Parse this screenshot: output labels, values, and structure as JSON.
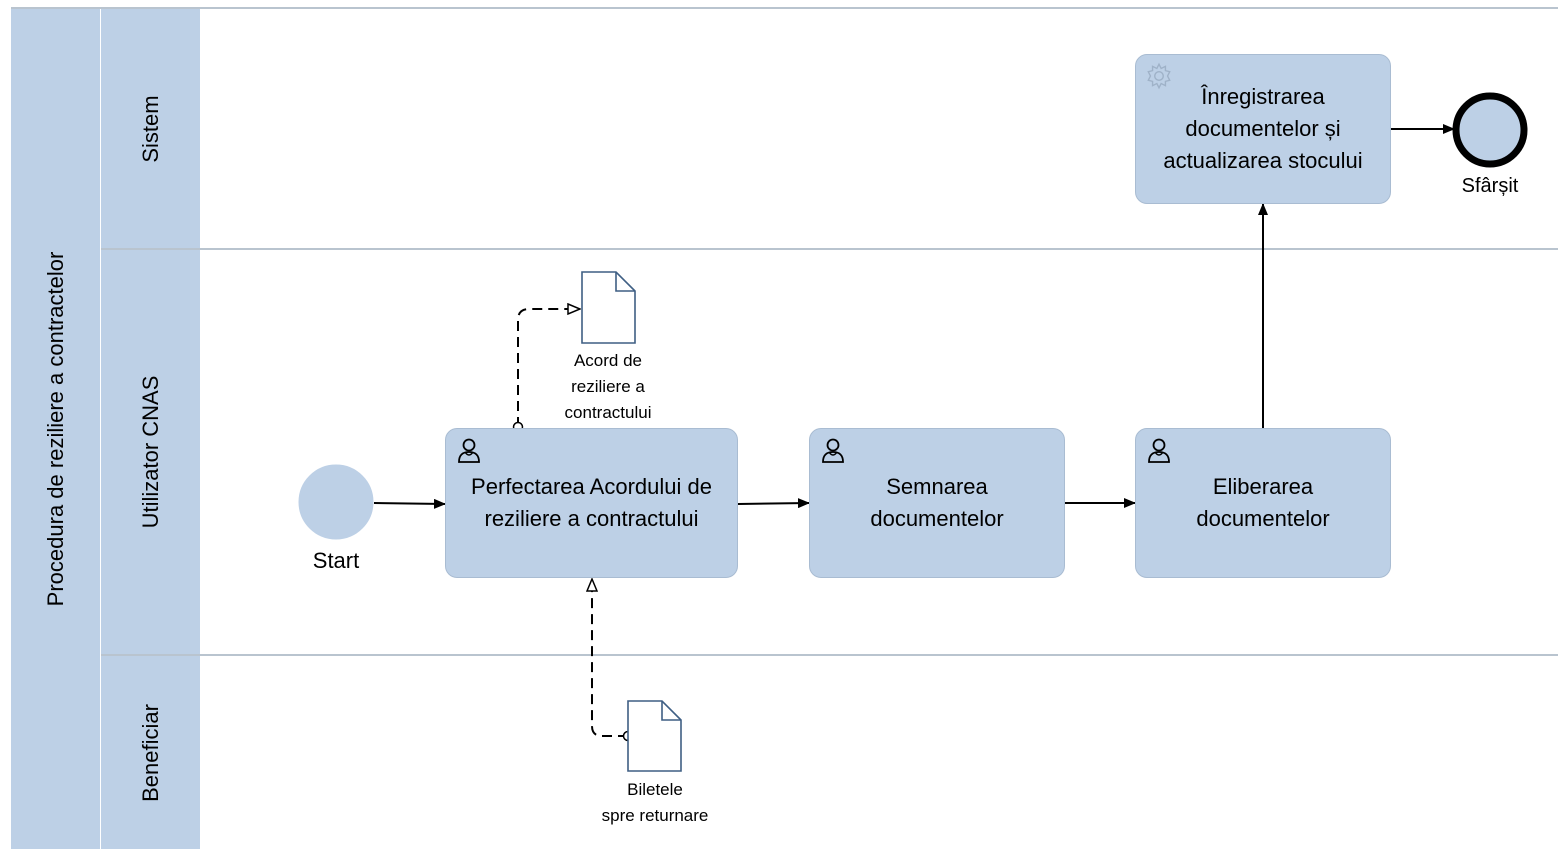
{
  "pool": {
    "label": "Procedura de reziliere a contractelor"
  },
  "lanes": [
    {
      "label": "Sistem"
    },
    {
      "label": "Utilizator CNAS"
    },
    {
      "label": "Beneficiar"
    }
  ],
  "events": {
    "start": {
      "label": "Start"
    },
    "end": {
      "label": "Sfârșit"
    }
  },
  "tasks": {
    "perfectarea": {
      "label": "Perfectarea Acordului de\nreziliere a contractului",
      "icon": "user-icon"
    },
    "semnarea": {
      "label": "Semnarea\ndocumentelor",
      "icon": "user-icon"
    },
    "eliberarea": {
      "label": "Eliberarea\ndocumentelor",
      "icon": "user-icon"
    },
    "inregistrarea": {
      "label": "Înregistrarea\ndocumentelor și\nactualizarea stocului",
      "icon": "gear-icon"
    }
  },
  "documents": {
    "acord": {
      "label": "Acord de\nreziliere a\ncontractului",
      "icon": "document-icon"
    },
    "biletele": {
      "label": "Biletele\nspre returnare",
      "icon": "document-icon"
    }
  },
  "colors": {
    "fill": "#bdd0e6",
    "separator": "#b9c4cf",
    "doc_stroke": "#3f5f84",
    "edge": "#000000"
  }
}
